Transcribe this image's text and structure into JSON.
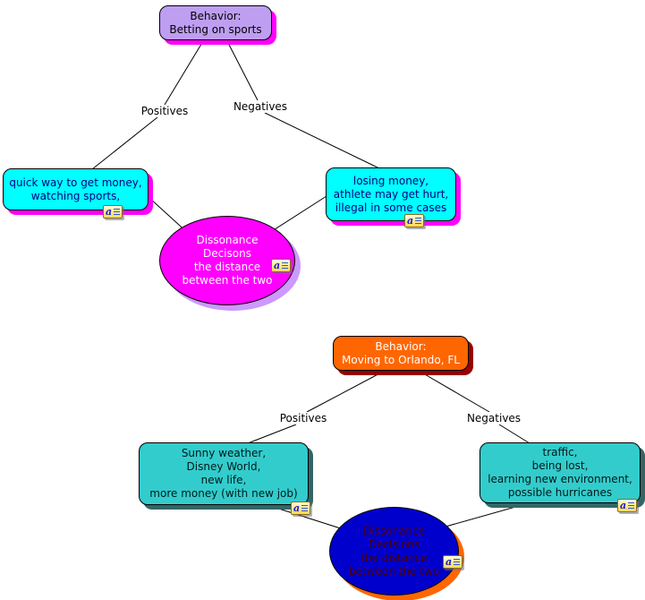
{
  "map_top": {
    "behavior_node": "Behavior:\nBetting on sports",
    "positives_link_label": "Positives",
    "negatives_link_label": "Negatives",
    "positives_node": "quick way to get money,\nwatching sports,",
    "negatives_node": "losing money,\nathlete may get hurt,\nillegal in some cases",
    "dissonance_node": "Dissonance\nDecisons\nthe distance\nbetween the two"
  },
  "map_bottom": {
    "behavior_node": "Behavior:\nMoving to Orlando, FL",
    "positives_link_label": "Positives",
    "negatives_link_label": "Negatives",
    "positives_node": "Sunny weather,\nDisney World,\nnew life,\nmore money (with new job)",
    "negatives_node": "traffic,\nbeing lost,\nlearning new environment,\npossible hurricanes",
    "dissonance_node": "Dissonance\nDecisions\nthe distance\nbetween the two"
  },
  "annotation_icon": {
    "letter": "a"
  },
  "colors": {
    "behavior_top_fill": "#be9ef0",
    "behavior_top_shadow": "#ff00ff",
    "cyan_node_fill": "#00ffff",
    "cyan_node_shadow": "#ff00ff",
    "dissonance_top_fill": "#ff00ff",
    "dissonance_top_shadow": "#cc99ff",
    "behavior_bottom_fill": "#ff6600",
    "behavior_bottom_shadow": "#990000",
    "teal_node_fill": "#33cccc",
    "teal_node_shadow": "#336666",
    "dissonance_bottom_fill": "#0000cc",
    "dissonance_bottom_shadow": "#ff6600",
    "connector": "#000000",
    "note_icon_fill": "#ffd94d"
  }
}
